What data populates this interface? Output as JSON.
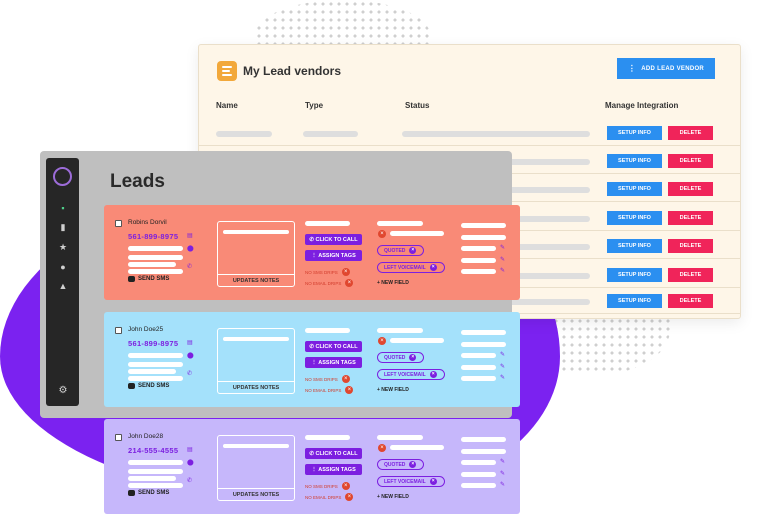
{
  "vendors": {
    "title": "My Lead vendors",
    "add_button": "ADD LEAD VENDOR",
    "headers": [
      "Name",
      "Type",
      "Status",
      "Manage Integration"
    ],
    "row_count": 7,
    "setup_label": "SETUP INFO",
    "delete_label": "DELETE"
  },
  "leads": {
    "title": "Leads",
    "cards": [
      {
        "name": "Robins Dorvil",
        "phone": "561-899-8975",
        "bg": "#f98a77"
      },
      {
        "name": "John Doe25",
        "phone": "561-899-8975",
        "bg": "#a4e1fb"
      },
      {
        "name": "John Doe28",
        "phone": "214-555-4555",
        "bg": "#c6b7fb"
      }
    ],
    "labels": {
      "send_sms": "SEND SMS",
      "update_notes": "UPDATES NOTES",
      "click_to_call": "CLICK TO CALL",
      "assign_tags": "ASSIGN TAGS",
      "no_sms_drips": "NO SMS DRIPS",
      "no_email_drips": "NO EMAIL DRIPS",
      "quoted": "QUOTED",
      "left_voicemail": "LEFT VOICEMAIL",
      "new_field": "+ NEW FIELD"
    }
  },
  "colors": {
    "accent": "#7c1fe0",
    "blue": "#2b8ff0",
    "red": "#f0245a",
    "blob": "#7b22f0"
  },
  "icons": [
    "logo-icon",
    "dashboard-icon",
    "chart-icon",
    "star-icon",
    "circle-icon",
    "triangle-icon",
    "settings-icon",
    "document-icon",
    "pin-icon",
    "phone-icon",
    "chat-icon",
    "edit-icon",
    "close-icon"
  ]
}
